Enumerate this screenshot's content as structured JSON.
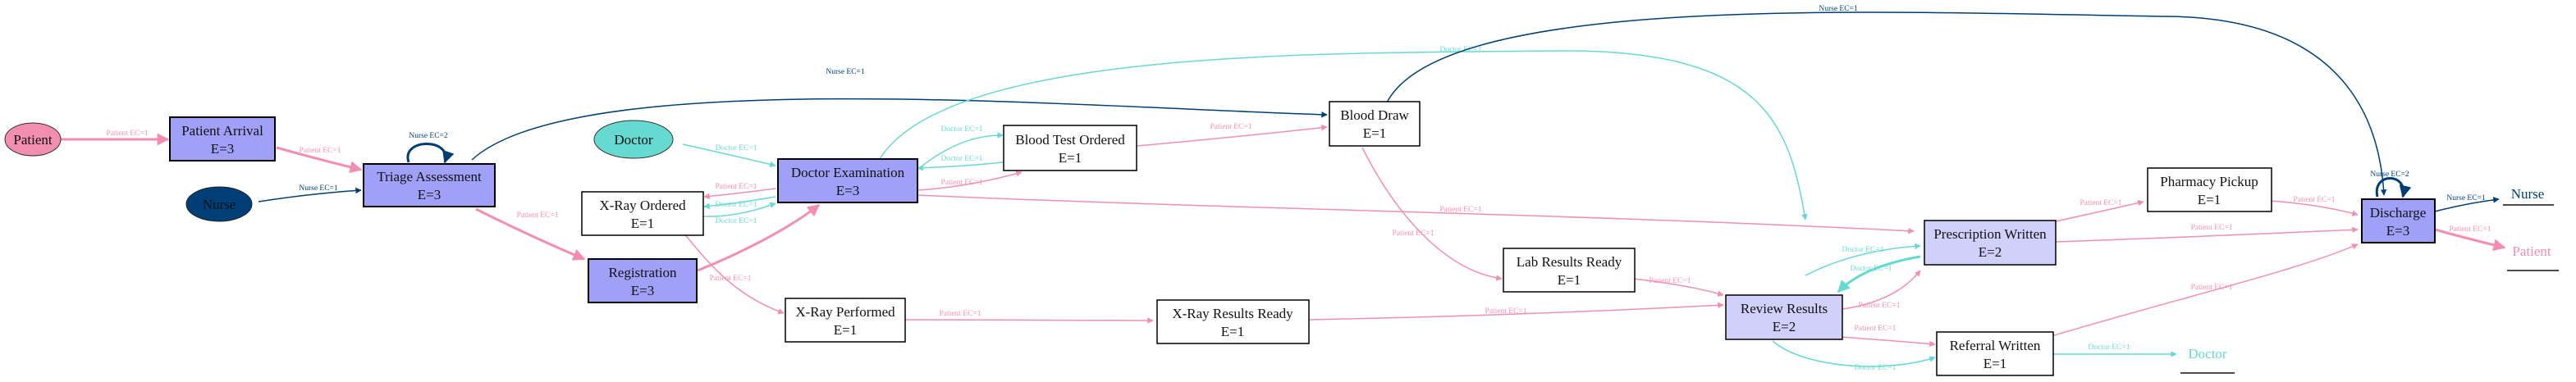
{
  "colors": {
    "patient": "#f28fb0",
    "nurse": "#003f75",
    "doctor": "#66d9d1",
    "box_high": "#a0a0f8",
    "box_mid": "#d0d0fb",
    "box_low": "#ffffff"
  },
  "start_nodes": {
    "patient": "Patient",
    "doctor": "Doctor",
    "nurse": "Nurse"
  },
  "activities": {
    "patient_arrival": {
      "name": "Patient Arrival",
      "count": "E=3"
    },
    "triage": {
      "name": "Triage Assessment",
      "count": "E=3"
    },
    "registration": {
      "name": "Registration",
      "count": "E=3"
    },
    "xray_ordered": {
      "name": "X-Ray Ordered",
      "count": "E=1"
    },
    "doctor_exam": {
      "name": "Doctor Examination",
      "count": "E=3"
    },
    "blood_test": {
      "name": "Blood Test Ordered",
      "count": "E=1"
    },
    "blood_draw": {
      "name": "Blood Draw",
      "count": "E=1"
    },
    "xray_performed": {
      "name": "X-Ray Performed",
      "count": "E=1"
    },
    "xray_results": {
      "name": "X-Ray Results Ready",
      "count": "E=1"
    },
    "lab_results": {
      "name": "Lab Results Ready",
      "count": "E=1"
    },
    "review_results": {
      "name": "Review Results",
      "count": "E=2"
    },
    "referral": {
      "name": "Referral Written",
      "count": "E=1"
    },
    "prescription": {
      "name": "Prescription Written",
      "count": "E=2"
    },
    "pharmacy": {
      "name": "Pharmacy Pickup",
      "count": "E=1"
    },
    "discharge": {
      "name": "Discharge",
      "count": "E=3"
    }
  },
  "end_nodes": {
    "nurse": "Nurse",
    "patient": "Patient",
    "doctor": "Doctor"
  },
  "edge_labels": {
    "patient_ec1": "Patient EC=1",
    "nurse_ec1": "Nurse EC=1",
    "nurse_ec2": "Nurse EC=2",
    "doctor_ec1": "Doctor EC=1"
  }
}
